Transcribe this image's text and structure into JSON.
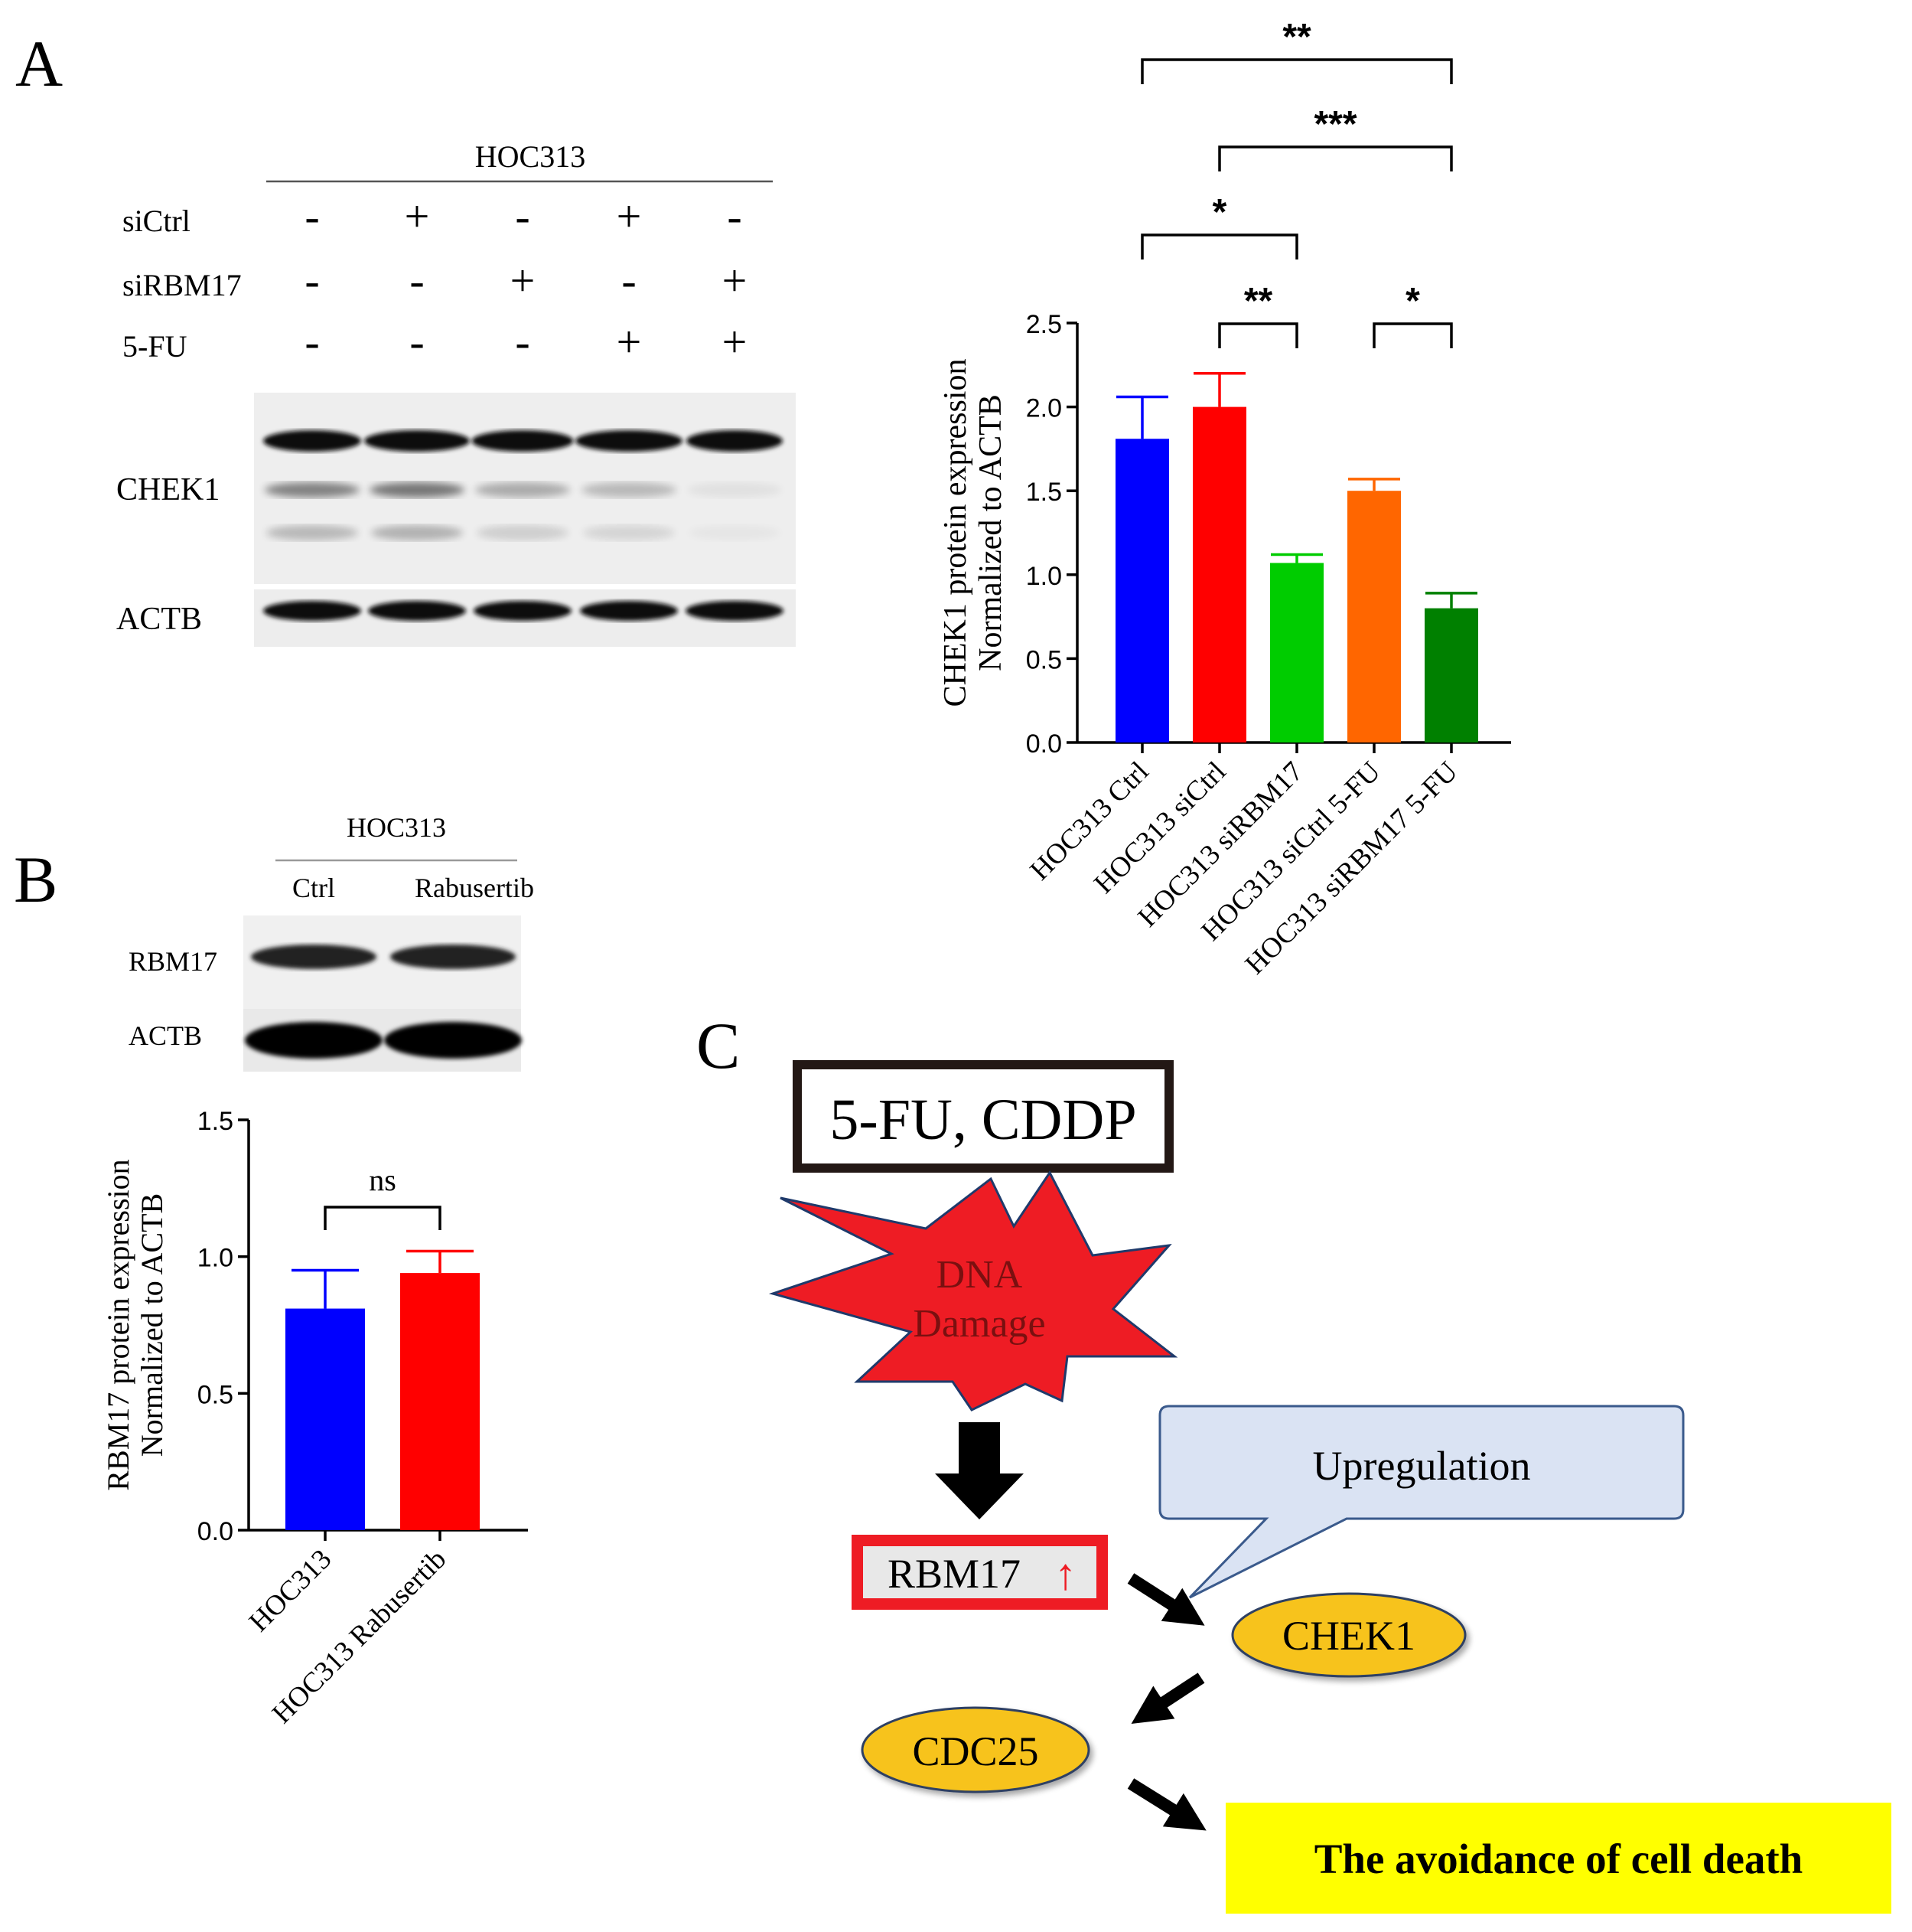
{
  "panels": {
    "A": {
      "letter": "A",
      "blot": {
        "cell_line": "HOC313",
        "conditions": [
          {
            "label": "siCtrl",
            "marks": [
              "-",
              "+",
              "-",
              "+",
              "-"
            ]
          },
          {
            "label": "siRBM17",
            "marks": [
              "-",
              "-",
              "+",
              "-",
              "+"
            ]
          },
          {
            "label": "5-FU",
            "marks": [
              "-",
              "-",
              "-",
              "+",
              "+"
            ]
          }
        ],
        "bands": [
          {
            "label": "CHEK1"
          },
          {
            "label": "ACTB"
          }
        ]
      }
    },
    "B": {
      "letter": "B",
      "blot": {
        "cell_line": "HOC313",
        "lanes": [
          "Ctrl",
          "Rabusertib"
        ],
        "bands": [
          {
            "label": "RBM17"
          },
          {
            "label": "ACTB"
          }
        ]
      }
    },
    "C": {
      "letter": "C",
      "drug_box": "5-FU, CDDP",
      "damage_line1": "DNA",
      "damage_line2": "Damage",
      "rbm17": "RBM17",
      "up_arrow": "↑",
      "callout": "Upregulation",
      "chek1": "CHEK1",
      "cdc25": "CDC25",
      "outcome": "The avoidance of cell death",
      "colors": {
        "burst": "#ee1c24",
        "oval": "#f7c31e",
        "outcome_box": "#ffff00",
        "callout": "#dae3f3",
        "rbm17_border": "#ee1c24"
      }
    }
  },
  "chart_data": [
    {
      "type": "bar",
      "ylabel_line1": "CHEK1 protein expression",
      "ylabel_line2": "Normalized to ACTB",
      "categories": [
        "HOC313 Ctrl",
        "HOC313 siCtrl",
        "HOC313 siRBM17",
        "HOC313 siCtrl 5-FU",
        "HOC313 siRBM17 5-FU"
      ],
      "values": [
        1.81,
        2.0,
        1.07,
        1.5,
        0.8
      ],
      "errors": [
        0.25,
        0.2,
        0.05,
        0.07,
        0.09
      ],
      "colors": [
        "#0000ff",
        "#ff0000",
        "#00cc00",
        "#ff6600",
        "#008000"
      ],
      "ylim": [
        0,
        2.5
      ],
      "yticks": [
        "0.0",
        "0.5",
        "1.0",
        "1.5",
        "2.0",
        "2.5"
      ],
      "significance": [
        {
          "from": 0,
          "to": 4,
          "label": "**"
        },
        {
          "from": 1,
          "to": 4,
          "label": "***"
        },
        {
          "from": 0,
          "to": 2,
          "label": "*"
        },
        {
          "from": 1,
          "to": 2,
          "label": "**"
        },
        {
          "from": 3,
          "to": 4,
          "label": "*"
        }
      ]
    },
    {
      "type": "bar",
      "ylabel_line1": "RBM17 protein expression",
      "ylabel_line2": "Normalized to ACTB",
      "categories": [
        "HOC313",
        "HOC313 Rabusertib"
      ],
      "values": [
        0.81,
        0.94
      ],
      "errors": [
        0.14,
        0.08
      ],
      "colors": [
        "#0000ff",
        "#ff0000"
      ],
      "ylim": [
        0,
        1.5
      ],
      "yticks": [
        "0.0",
        "0.5",
        "1.0",
        "1.5"
      ],
      "significance": [
        {
          "from": 0,
          "to": 1,
          "label": "ns"
        }
      ]
    }
  ]
}
